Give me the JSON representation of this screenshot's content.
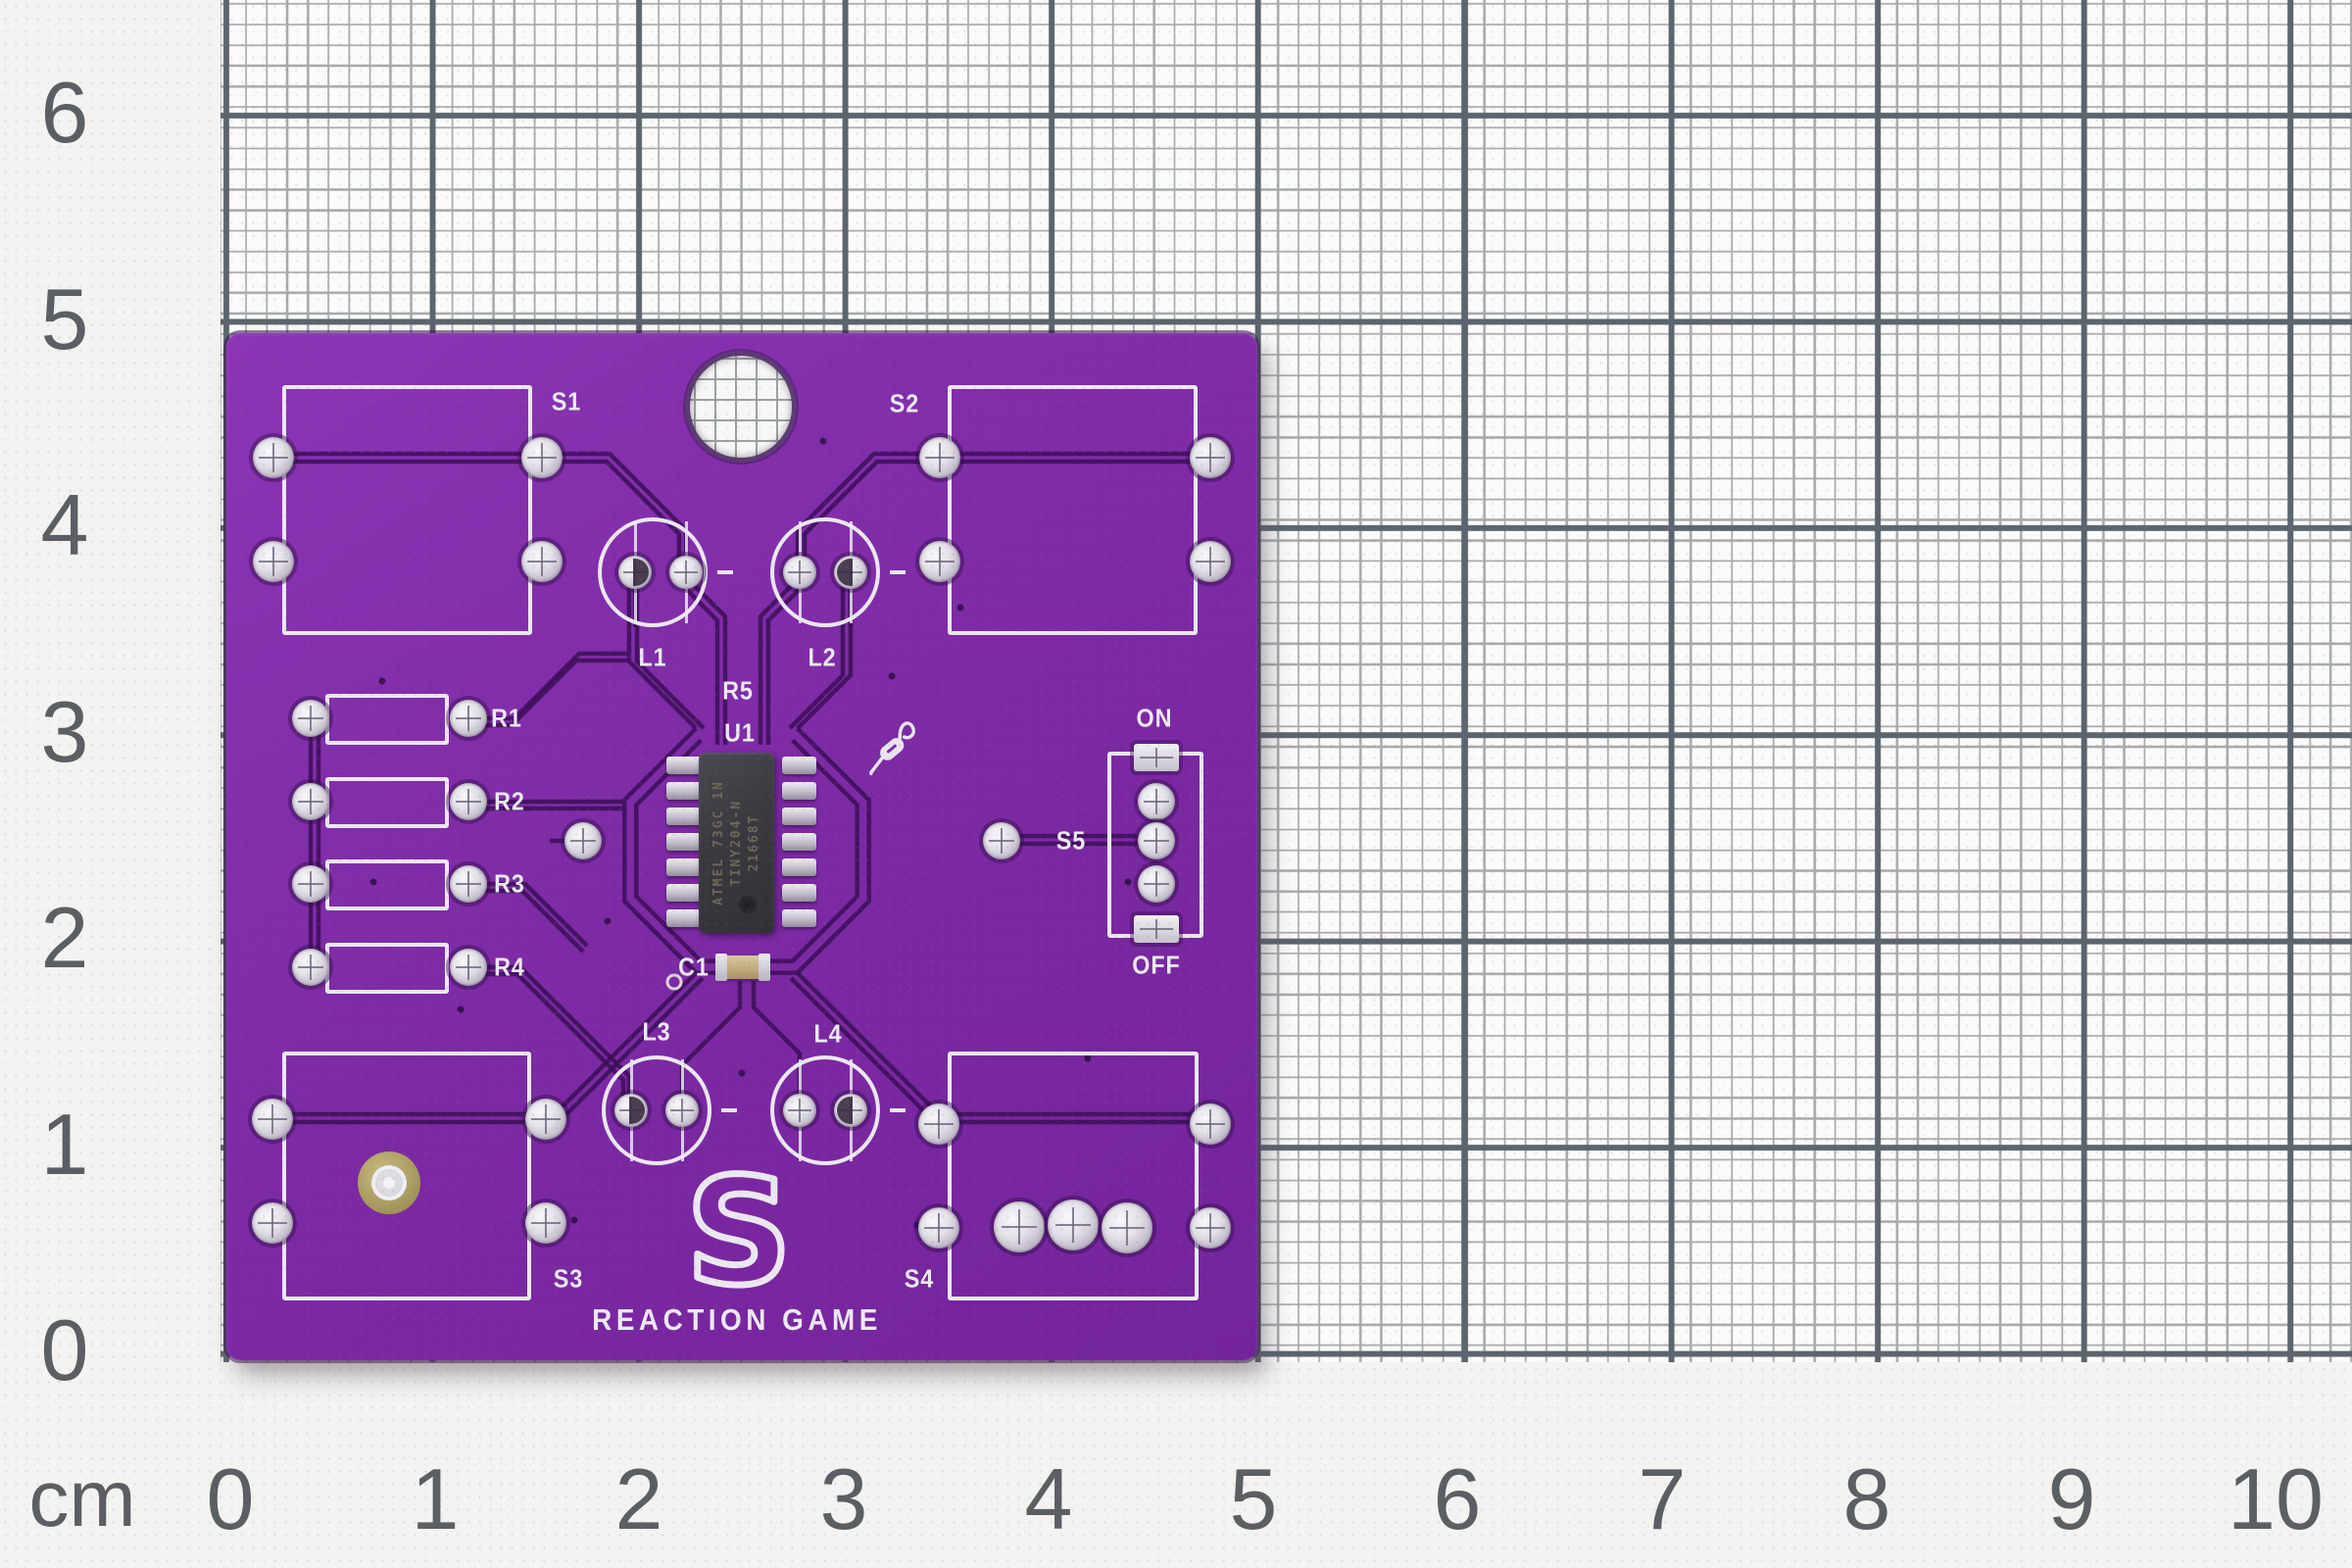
{
  "ruler": {
    "unit_label": "cm",
    "horizontal_ticks": [
      "0",
      "1",
      "2",
      "3",
      "4",
      "5",
      "6",
      "7",
      "8",
      "9",
      "10"
    ],
    "vertical_ticks": [
      "6",
      "5",
      "4",
      "3",
      "2",
      "1",
      "0"
    ]
  },
  "board": {
    "title": "REACTION GAME",
    "logo_letter": "S",
    "colors": {
      "soldermask": "#7E2BA6",
      "silkscreen": "#ECE9F2",
      "trace": "#3C0E58",
      "gold_pad": "#AC9D62"
    },
    "labels": {
      "s1": "S1",
      "s2": "S2",
      "s3": "S3",
      "s4": "S4",
      "s5": "S5",
      "l1": "L1",
      "l2": "L2",
      "l3": "L3",
      "l4": "L4",
      "r1": "R1",
      "r2": "R2",
      "r3": "R3",
      "r4": "R4",
      "r5": "R5",
      "u1": "U1",
      "c1": "C1",
      "on": "ON",
      "off": "OFF"
    },
    "ic_marking": [
      "ATMEL 73GC 1N",
      "TINY204-N",
      "21668T"
    ]
  }
}
